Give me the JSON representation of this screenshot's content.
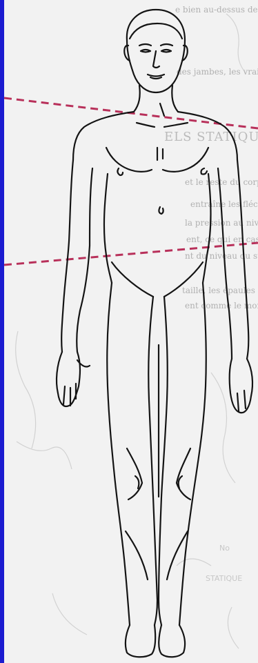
{
  "background_text": {
    "line_1": "e bien au-dessus de celle de la",
    "line_2": "des jambes, les vraies et fausses",
    "title": "ELS STATIQUES DU PI",
    "para_1": "et le reste du corps au gré de la",
    "para_2": "entraîne les fléchisseurs.",
    "para_3": "la pression au niveau de l'avant",
    "para_4": "ent, ce qui en cas de statique",
    "para_5": "nt du niveau du sternum et la",
    "para_6": "taille, les épaules et le bassin en",
    "para_7": "ent comme le montre le schéma.",
    "number_1": "No",
    "number_2": "STATIQUE"
  },
  "colors": {
    "frame_border": "#1b1bd0",
    "paper": "#f2f2f2",
    "outline": "#141414",
    "dashed_line": "#b8305a"
  }
}
